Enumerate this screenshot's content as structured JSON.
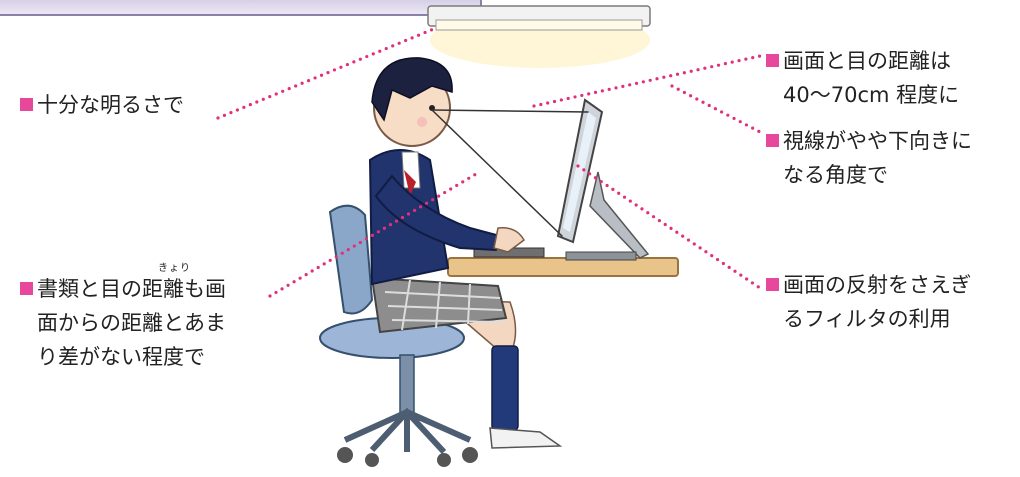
{
  "colors": {
    "bullet": "#e8489b",
    "guide_dots": "#e0307a",
    "sight_line": "#333333"
  },
  "labels": {
    "lighting": {
      "lines": [
        "十分な明るさで"
      ]
    },
    "screen_distance": {
      "lines": [
        "画面と目の距離は",
        "40〜70cm 程度に"
      ]
    },
    "gaze_angle": {
      "lines": [
        "視線がやや下向きに",
        "なる角度で"
      ]
    },
    "document_distance": {
      "lines": [
        "書類と目の距離も画",
        "面からの距離とあま",
        "り差がない程度で"
      ],
      "furigana": "きょり"
    },
    "anti_glare": {
      "lines": [
        "画面の反射をさえぎ",
        "るフィルタの利用"
      ]
    }
  }
}
